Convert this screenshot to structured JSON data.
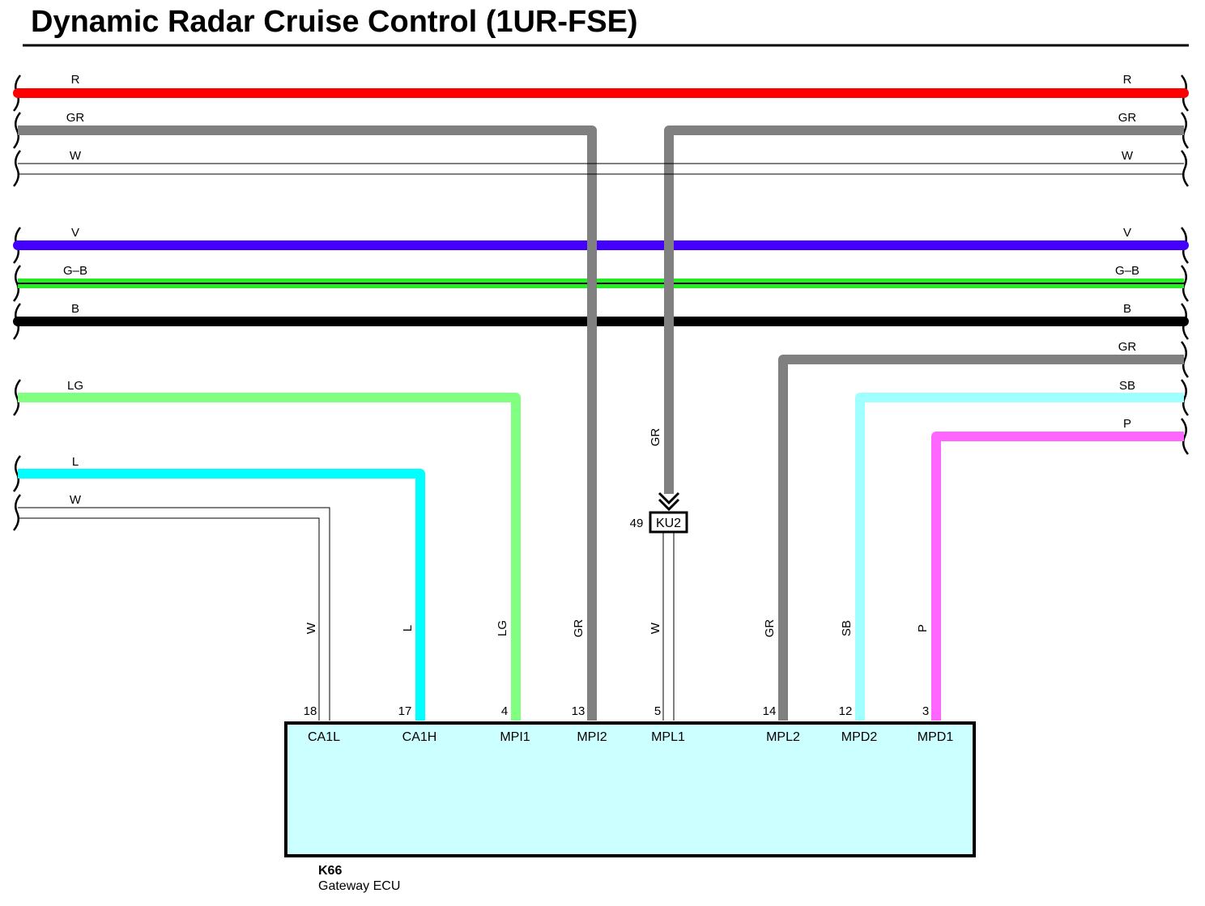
{
  "title": "Dynamic Radar Cruise Control (1UR-FSE)",
  "colors": {
    "R": "#ff0000",
    "GR": "#808080",
    "W": "#ffffff",
    "V": "#4400ff",
    "G-B": "#22ee22",
    "B": "#000000",
    "LG": "#80ff80",
    "L": "#00ffff",
    "SB": "#a0ffff",
    "P": "#ff66ff",
    "ecu_fill": "#ccffff"
  },
  "bus_wires": [
    {
      "left_label": "R",
      "right_label": "R",
      "color": "R"
    },
    {
      "left_label": "GR",
      "right_label": "GR",
      "color": "GR"
    },
    {
      "left_label": "W",
      "right_label": "W",
      "color": "W"
    },
    {
      "left_label": "V",
      "right_label": "V",
      "color": "V"
    },
    {
      "left_label": "G–B",
      "right_label": "G–B",
      "color": "G-B"
    },
    {
      "left_label": "B",
      "right_label": "B",
      "color": "B"
    }
  ],
  "left_wires": [
    {
      "label": "LG"
    },
    {
      "label": "L"
    },
    {
      "label": "W"
    }
  ],
  "right_wires": [
    {
      "label": "GR"
    },
    {
      "label": "SB"
    },
    {
      "label": "P"
    }
  ],
  "junction": {
    "id": "KU2",
    "pin": "49",
    "in_label": "GR",
    "out_label": "W"
  },
  "ecu": {
    "id": "K66",
    "name": "Gateway ECU",
    "pins": [
      {
        "pin": "18",
        "terminal": "CA1L",
        "wire": "W"
      },
      {
        "pin": "17",
        "terminal": "CA1H",
        "wire": "L"
      },
      {
        "pin": "4",
        "terminal": "MPI1",
        "wire": "LG"
      },
      {
        "pin": "13",
        "terminal": "MPI2",
        "wire": "GR"
      },
      {
        "pin": "5",
        "terminal": "MPL1",
        "wire": "W"
      },
      {
        "pin": "14",
        "terminal": "MPL2",
        "wire": "GR"
      },
      {
        "pin": "12",
        "terminal": "MPD2",
        "wire": "SB"
      },
      {
        "pin": "3",
        "terminal": "MPD1",
        "wire": "P"
      }
    ]
  }
}
